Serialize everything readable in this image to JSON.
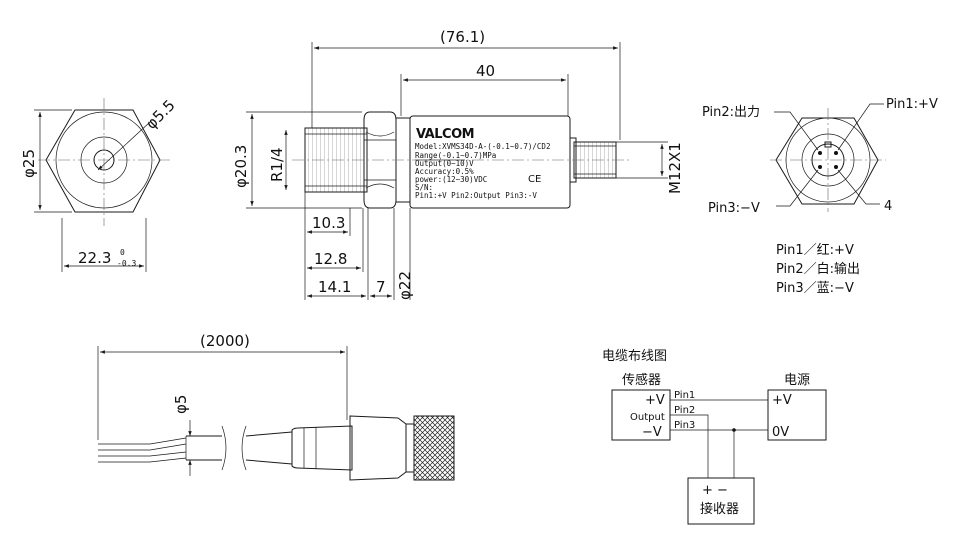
{
  "end_view": {
    "dim_hex_height": "φ25",
    "dim_bore": "φ5.5",
    "dim_across_flats": "22.3",
    "dim_tolerance_upper": "0",
    "dim_tolerance_lower": "-0.3"
  },
  "side_view": {
    "dim_overall": "(76.1)",
    "dim_body": "40",
    "dim_thread_dia": "φ20.3",
    "dim_thread_label": "R1/4",
    "dim_10_3": "10.3",
    "dim_12_8": "12.8",
    "dim_14_1": "14.1",
    "dim_7": "7",
    "dim_body_dia": "φ22",
    "dim_connector": "M12X1",
    "label": {
      "brand": "VALCOM",
      "model": "Model:XVMS34D-A-(-0.1~0.7)/CD2",
      "range": "Range(-0.1~0.7)MPa",
      "output": "Output(0~10)V",
      "accuracy": "Accuracy:0.5%",
      "power": "power:(12~30)VDC",
      "ce": "CE",
      "sn": "S/N:",
      "pins": "Pin1:+V   Pin2:Output   Pin3:-V"
    }
  },
  "connector_view": {
    "pin2_label": "Pin2:出力",
    "pin1_label": "Pin1:+V",
    "pin3_label": "Pin3:−V",
    "pin4_label": "4",
    "legend": [
      "Pin1／红:+V",
      "Pin2／白:输出",
      "Pin3／蓝:−V"
    ]
  },
  "cable_view": {
    "dim_length": "(2000)",
    "dim_dia": "φ5"
  },
  "wiring": {
    "title": "电缆布线图",
    "sensor_label": "传感器",
    "power_label": "电源",
    "sensor_plus": "+V",
    "sensor_output": "Output",
    "sensor_minus": "−V",
    "pin1": "Pin1",
    "pin2": "Pin2",
    "pin3": "Pin3",
    "power_plus": "+V",
    "power_zero": "0V",
    "receiver_signs": "+  −",
    "receiver_label": "接收器"
  }
}
